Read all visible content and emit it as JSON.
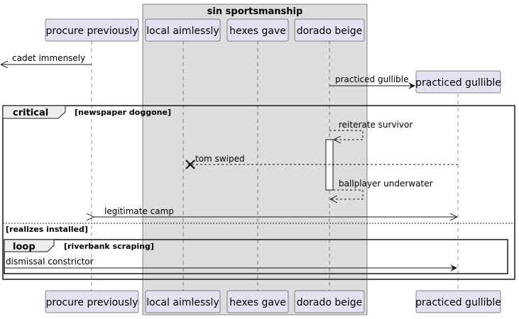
{
  "diagram": {
    "group": {
      "title": "sin sportsmanship"
    },
    "participants": [
      {
        "id": "procure",
        "label": "procure previously"
      },
      {
        "id": "local",
        "label": "local aimlessly"
      },
      {
        "id": "hexes",
        "label": "hexes gave"
      },
      {
        "id": "dorado",
        "label": "dorado beige"
      },
      {
        "id": "practiced",
        "label": "practiced gullible"
      }
    ],
    "messages": [
      {
        "label": "cadet immensely",
        "style": "solid",
        "from": "procure",
        "to": "left-edge"
      },
      {
        "label": "practiced gullible",
        "style": "solid",
        "from": "dorado",
        "to": "practiced",
        "creates": true
      },
      {
        "label": "reiterate survivor",
        "style": "dashed",
        "from": "dorado",
        "to": "dorado"
      },
      {
        "label": "tom swiped",
        "style": "dashed",
        "from": "practiced",
        "to": "local",
        "destroys": true
      },
      {
        "label": "ballplayer underwater",
        "style": "dashed",
        "from": "dorado",
        "to": "dorado"
      },
      {
        "label": "legitimate camp",
        "style": "solid",
        "from": "procure",
        "to": "practiced",
        "bidirectional": true
      },
      {
        "label": "dismissal constrictor",
        "style": "solid",
        "from": "left-edge",
        "to": "practiced"
      }
    ],
    "fragments": {
      "critical": {
        "keyword": "critical",
        "condition": "[newspaper doggone]",
        "else_condition": "[realizes installed]"
      },
      "loop": {
        "keyword": "loop",
        "condition": "[riverbank scraping]"
      }
    },
    "colors": {
      "participant_fill": "#e2e2f0",
      "group_fill": "#dddddd",
      "line": "#181818",
      "activation_fill": "#ffffff"
    }
  }
}
